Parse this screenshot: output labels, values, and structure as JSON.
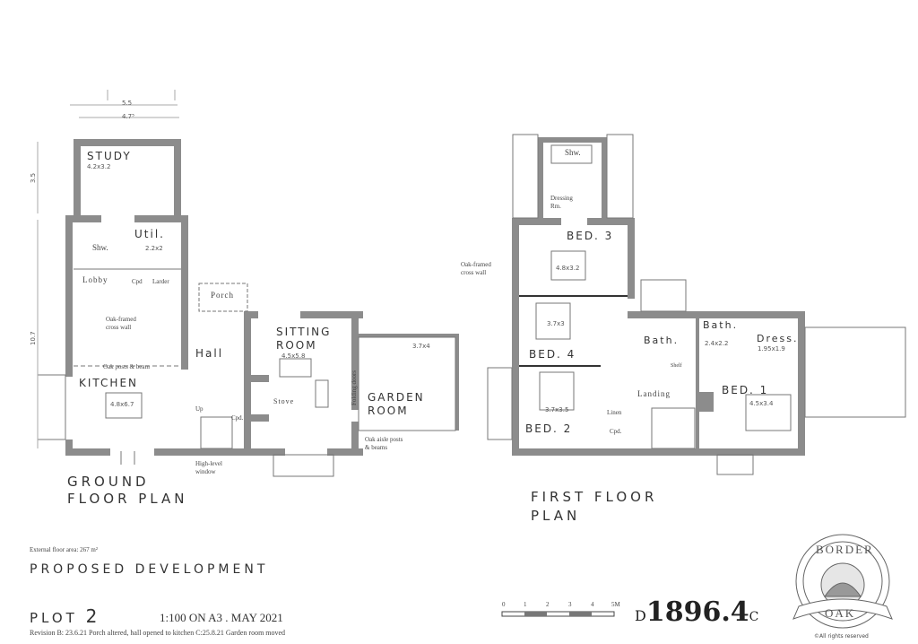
{
  "ground_floor": {
    "title_line1": "GROUND",
    "title_line2": "FLOOR PLAN",
    "dims": {
      "overall_width": "5.5",
      "internal_width": "4.7⁵",
      "study_depth": "3.5",
      "main_depth": "10.7"
    },
    "rooms": {
      "study": "STUDY",
      "study_size": "4.2x3.2",
      "shower": "Shw.",
      "utility": "Util.",
      "utility_size": "2.2x2",
      "lobby": "Lobby",
      "cupboard": "Cpd",
      "larder": "Larder",
      "porch": "Porch",
      "hall": "Hall",
      "kitchen": "KITCHEN",
      "kitchen_size": "4.8x6.7",
      "sitting_line1": "SITTING",
      "sitting_line2": "ROOM",
      "sitting_size": "4.5x5.8",
      "stove": "Stove",
      "garden_line1": "GARDEN",
      "garden_line2": "ROOM",
      "garden_size": "3.7x4",
      "up": "Up",
      "hall_cupboard": "Cpd."
    },
    "notes": {
      "cross_wall_1": "Oak-framed",
      "cross_wall_2": "cross wall",
      "posts": "Oak posts & beam",
      "folding": "Folding doors",
      "window_1": "High-level",
      "window_2": "window",
      "aisle_1": "Oak aisle posts",
      "aisle_2": "& beams"
    }
  },
  "first_floor": {
    "title_line1": "FIRST FLOOR",
    "title_line2": "PLAN",
    "rooms": {
      "shower": "Shw.",
      "dressing_1": "Dressing",
      "dressing_2": "Rm.",
      "bed3": "BED. 3",
      "bed3_size": "4.8x3.2",
      "bed4": "BED. 4",
      "bed4_size": "3.7x3",
      "bath": "Bath.",
      "ensuite": "Bath.",
      "ensuite_size": "2.4x2.2",
      "dress": "Dress.",
      "dress_size": "1.95x1.9",
      "shelf": "Shelf",
      "landing": "Landing",
      "bed1": "BED. 1",
      "bed1_size": "4.5x3.4",
      "bed2": "BED. 2",
      "bed2_size": "3.7x3.5",
      "linen": "Linen",
      "cupboard": "Cpd."
    },
    "notes": {
      "cross_wall_1": "Oak-framed",
      "cross_wall_2": "cross wall"
    }
  },
  "titleblock": {
    "area": "External floor area: 267 m²",
    "project": "PROPOSED DEVELOPMENT",
    "plot_label": "PLOT",
    "plot_number": "2",
    "scale_date": "1:100 ON A3  .  MAY 2021",
    "revision": "Revision B: 23.6.21 Porch altered, hall opened to kitchen  C:25.8.21 Garden room moved",
    "scale_ticks": [
      "0",
      "1",
      "2",
      "3",
      "4",
      "5M"
    ],
    "drawing_prefix": "D",
    "drawing_number": "1896.4",
    "drawing_suffix": "C",
    "logo_top": "BORDER",
    "logo_bottom": "OAK",
    "rights": "©All rights reserved"
  },
  "colors": {
    "wall": "#8c8c8c",
    "line": "#555555"
  }
}
